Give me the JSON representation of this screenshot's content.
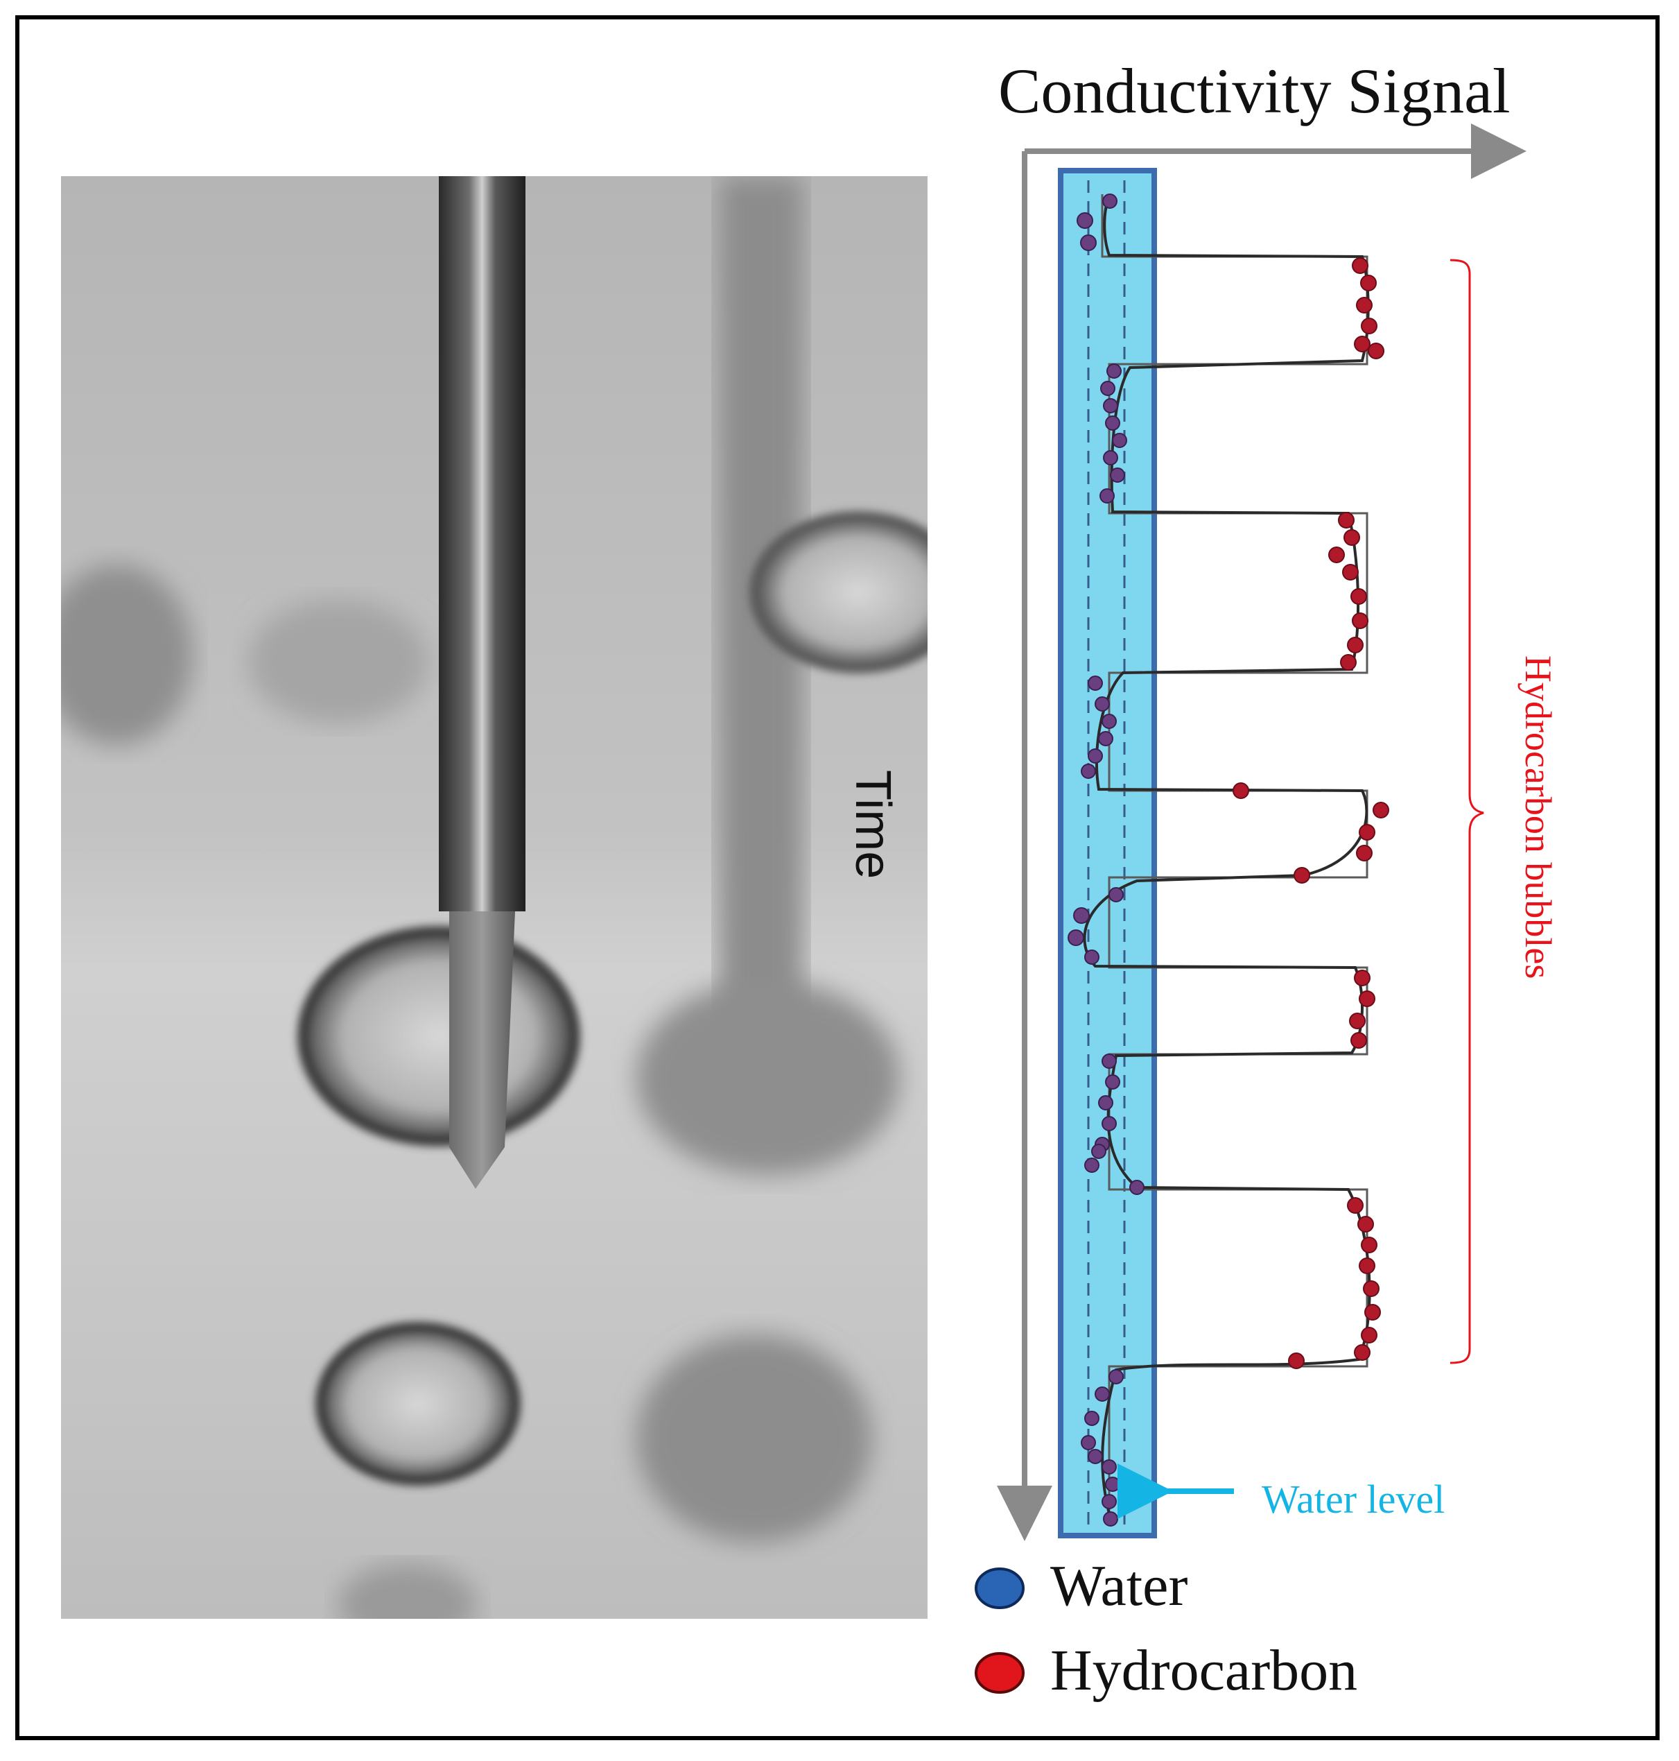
{
  "diagram": {
    "title": "Conductivity Signal",
    "time_axis_label": "Time",
    "bracket_label": "Hydrocarbon bubbles",
    "water_level_label": "Water level",
    "legend": [
      {
        "label": "Water",
        "color": "#2a64b4"
      },
      {
        "label": "Hydrocarbon",
        "color": "#e0161c"
      }
    ]
  },
  "colors": {
    "water_band": "#7fd6ef",
    "water_band_border": "#3d6cae",
    "axis": "#8a8a8a",
    "water_marker": "#6a3f80",
    "hydrocarbon_marker": "#b0192a",
    "bracket": "#e8131a",
    "water_arrow": "#14b4e4"
  },
  "photo": {
    "description_icon": "probe-photo"
  }
}
